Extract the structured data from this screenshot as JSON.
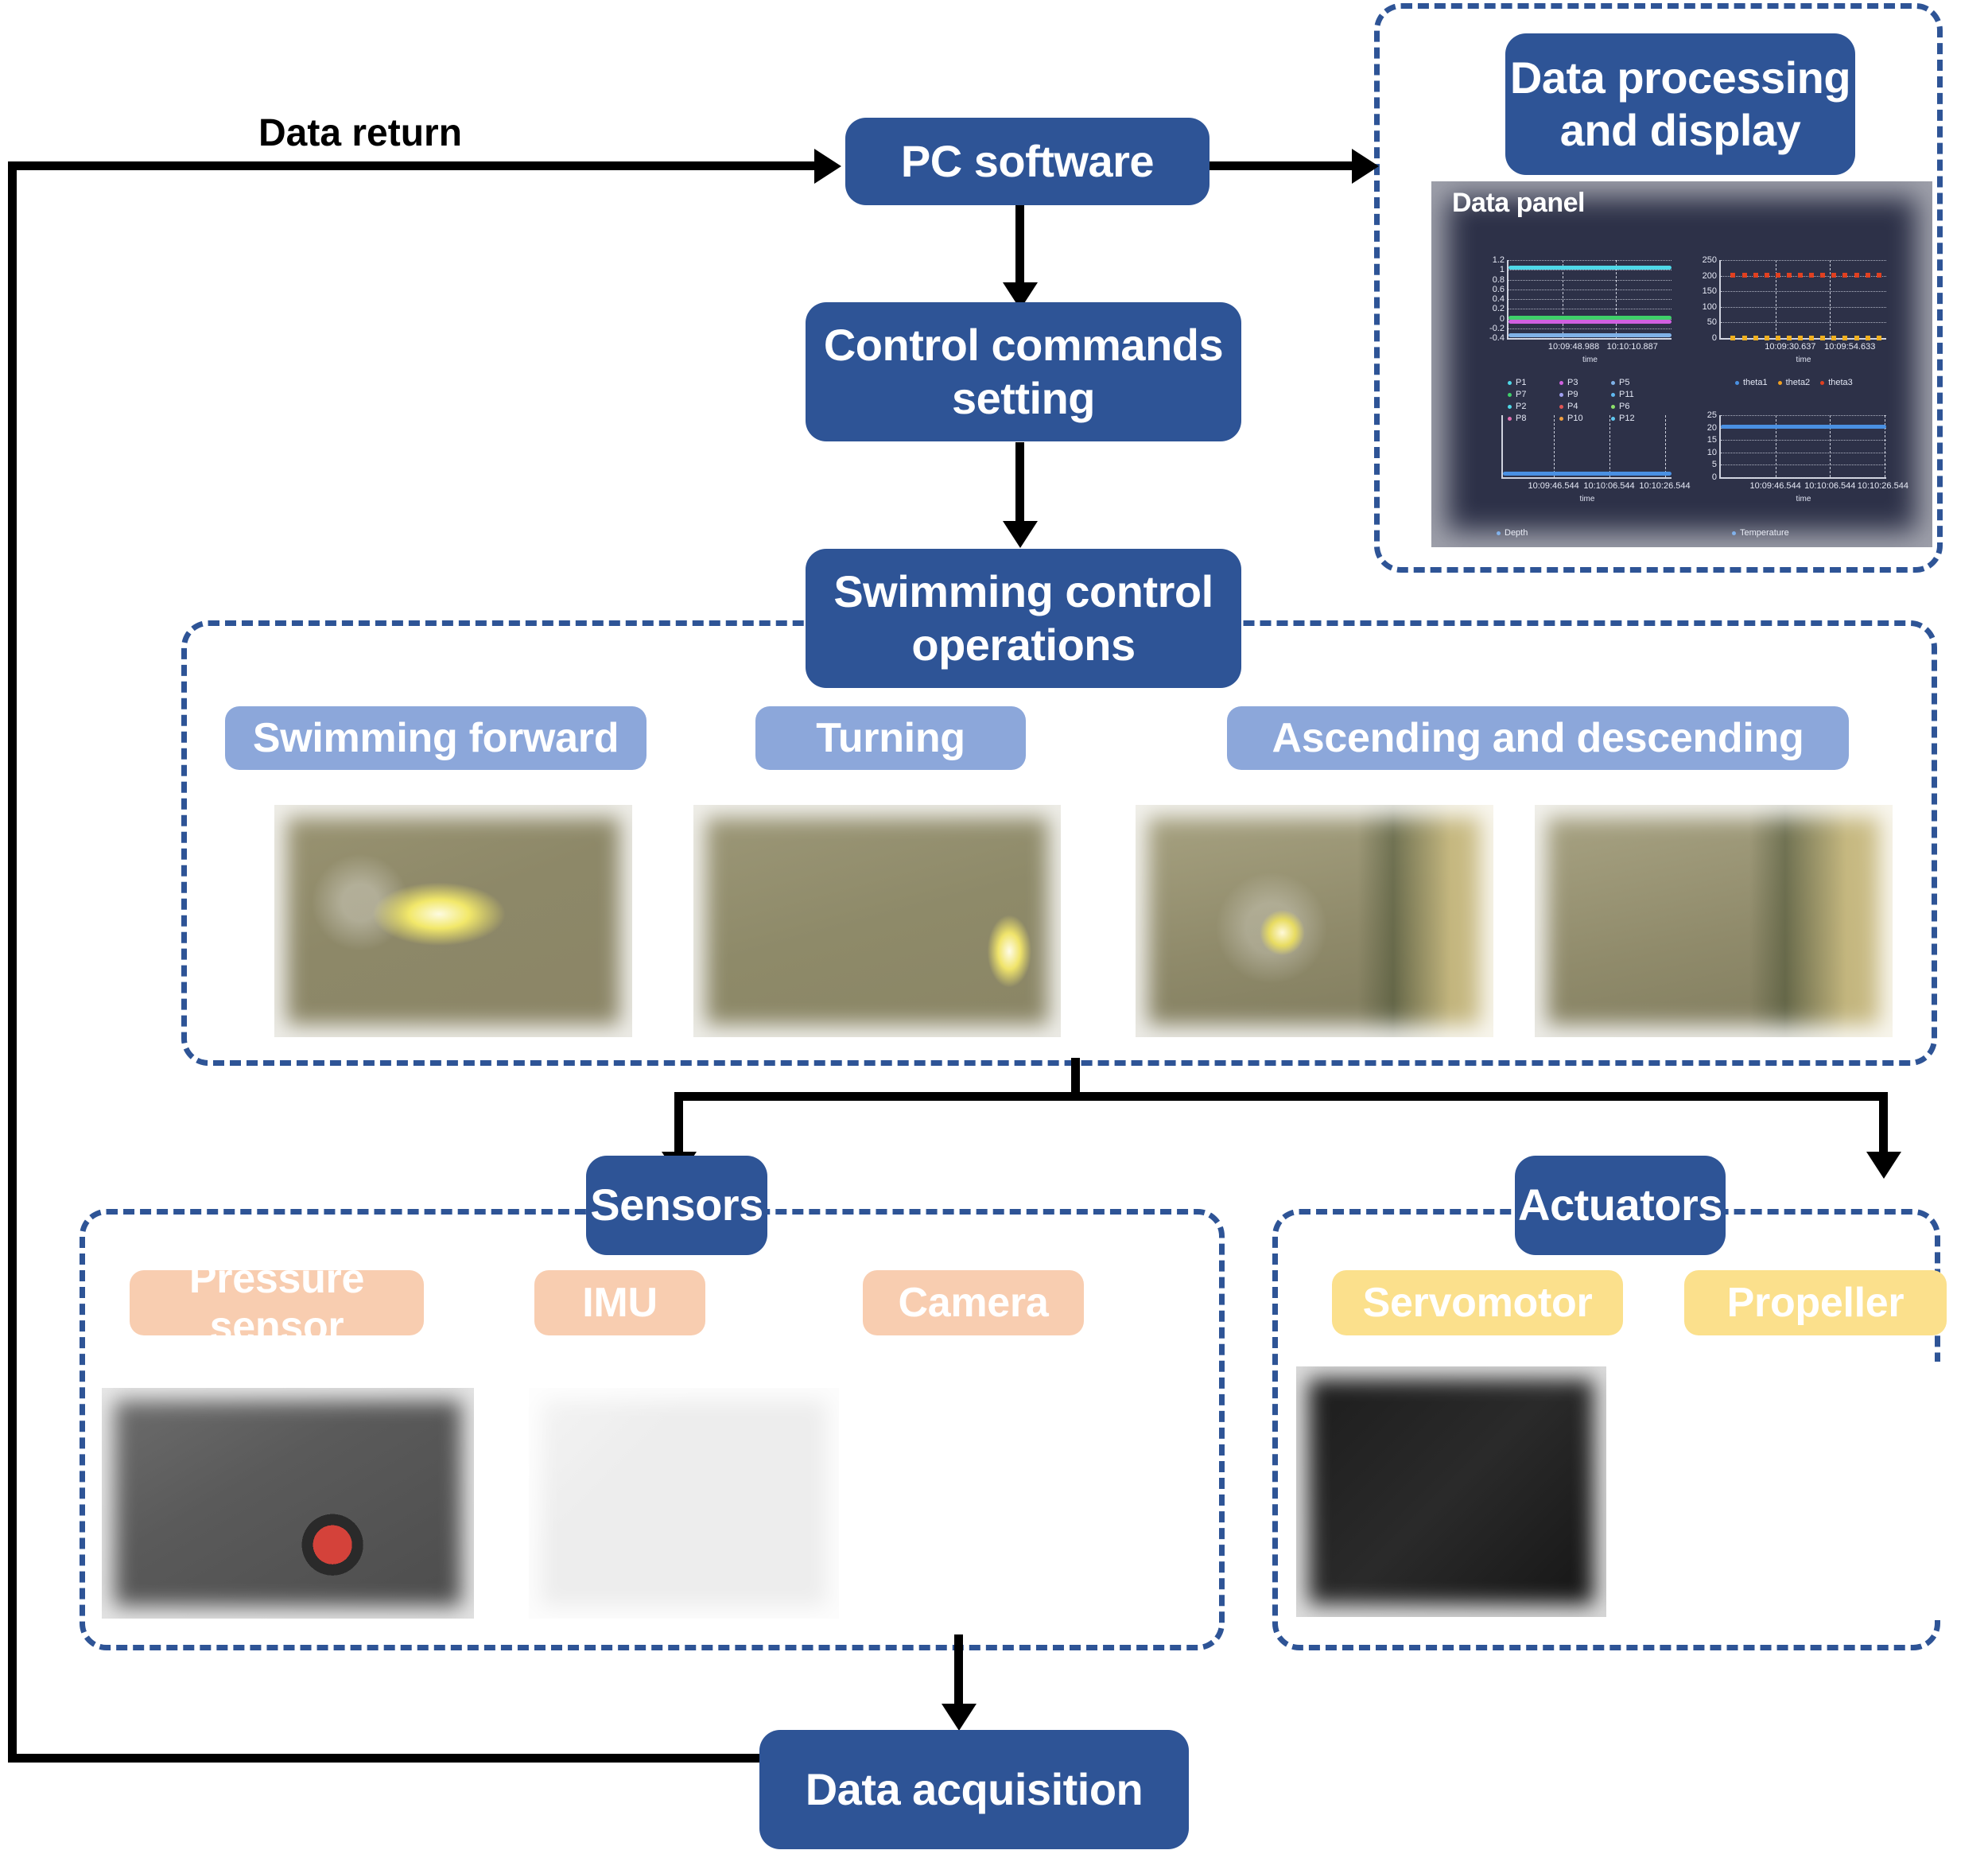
{
  "diagram": {
    "flow_nodes": [
      {
        "id": "pc-software",
        "label": "PC software"
      },
      {
        "id": "control-commands",
        "label": "Control commands\nsetting"
      },
      {
        "id": "swimming-control",
        "label": "Swimming control\noperations"
      },
      {
        "id": "data-processing",
        "label": "Data processing\nand display"
      },
      {
        "id": "sensors",
        "label": "Sensors"
      },
      {
        "id": "actuators",
        "label": "Actuators"
      },
      {
        "id": "data-acquisition",
        "label": "Data acquisition"
      }
    ],
    "connector_labels": [
      {
        "id": "data-return",
        "label": "Data return"
      }
    ],
    "swimming_items": [
      {
        "label": "Swimming forward"
      },
      {
        "label": "Turning"
      },
      {
        "label": "Ascending and descending"
      }
    ],
    "sensor_items": [
      {
        "label": "Pressure sensor"
      },
      {
        "label": "IMU"
      },
      {
        "label": "Camera"
      }
    ],
    "actuator_items": [
      {
        "label": "Servomotor"
      },
      {
        "label": "Propeller"
      }
    ],
    "colors": {
      "node_blue": "#2E5496",
      "pill_blue": "#8CA7DA",
      "pill_peach": "#F8CDB0",
      "pill_yellow": "#FBE08C",
      "dashed_border": "#2E5496",
      "panel_background": "#2d3148",
      "connector_black": "#000000"
    }
  },
  "data_panel": {
    "title": "Data panel"
  },
  "chart_data": [
    {
      "id": "pressure-chart",
      "type": "line",
      "title": "",
      "xlabel": "time",
      "ylabel": "",
      "ylim": [
        -0.4,
        1.2
      ],
      "yticks": [
        "1.2",
        "1",
        "0.8",
        "0.6",
        "0.4",
        "0.2",
        "0",
        "-0.2",
        "-0.4"
      ],
      "xticks": [
        "10:09:48.988",
        "10:10:10.887"
      ],
      "grid": true,
      "legend_position": "bottom",
      "series": [
        {
          "name": "P1",
          "color": "#4fd8e8",
          "value": 1.05
        },
        {
          "name": "P2",
          "color": "#4fd8e8",
          "value": 1.05
        },
        {
          "name": "P3",
          "color": "#d060e0",
          "value": -0.02
        },
        {
          "name": "P4",
          "color": "#e05555",
          "value": -0.02
        },
        {
          "name": "P5",
          "color": "#7fb2e8",
          "value": -0.33
        },
        {
          "name": "P6",
          "color": "#8ce06a",
          "value": 0.06
        },
        {
          "name": "P7",
          "color": "#3fd06a",
          "value": 0.06
        },
        {
          "name": "P8",
          "color": "#e070b0",
          "value": -0.02
        },
        {
          "name": "P9",
          "color": "#a0a0f0",
          "value": -0.33
        },
        {
          "name": "P10",
          "color": "#f0a040",
          "value": -0.33
        },
        {
          "name": "P11",
          "color": "#60b8f0",
          "value": -0.33
        },
        {
          "name": "P12",
          "color": "#60c8f0",
          "value": -0.33
        }
      ]
    },
    {
      "id": "theta-chart",
      "type": "scatter",
      "title": "",
      "xlabel": "time",
      "ylabel": "",
      "ylim": [
        0,
        250
      ],
      "yticks": [
        "250",
        "200",
        "150",
        "100",
        "50",
        "0"
      ],
      "xticks": [
        "10:09:30.637",
        "10:09:54.633"
      ],
      "grid": true,
      "legend_position": "bottom",
      "series": [
        {
          "name": "theta1",
          "color": "#4a90e2",
          "value": 0
        },
        {
          "name": "theta2",
          "color": "#f0a020",
          "value": 0
        },
        {
          "name": "theta3",
          "color": "#e04020",
          "value": 205
        }
      ]
    },
    {
      "id": "depth-chart",
      "type": "line",
      "title": "",
      "xlabel": "time",
      "ylabel": "",
      "ylim": [
        0,
        1
      ],
      "yticks": [],
      "xticks": [
        "10:09:46.544",
        "10:10:06.544",
        "10:10:26.544"
      ],
      "grid": true,
      "legend_position": "bottom",
      "series": [
        {
          "name": "Depth",
          "color": "#4a90e2",
          "value": 0.02
        }
      ]
    },
    {
      "id": "temperature-chart",
      "type": "line",
      "title": "",
      "xlabel": "time",
      "ylabel": "",
      "ylim": [
        0,
        25
      ],
      "yticks": [
        "25",
        "20",
        "15",
        "10",
        "5",
        "0"
      ],
      "xticks": [
        "10:09:46.544",
        "10:10:06.544",
        "10:10:26.544"
      ],
      "grid": true,
      "legend_position": "bottom",
      "series": [
        {
          "name": "Temperature",
          "color": "#4a90e2",
          "value": 20.8
        }
      ]
    }
  ]
}
